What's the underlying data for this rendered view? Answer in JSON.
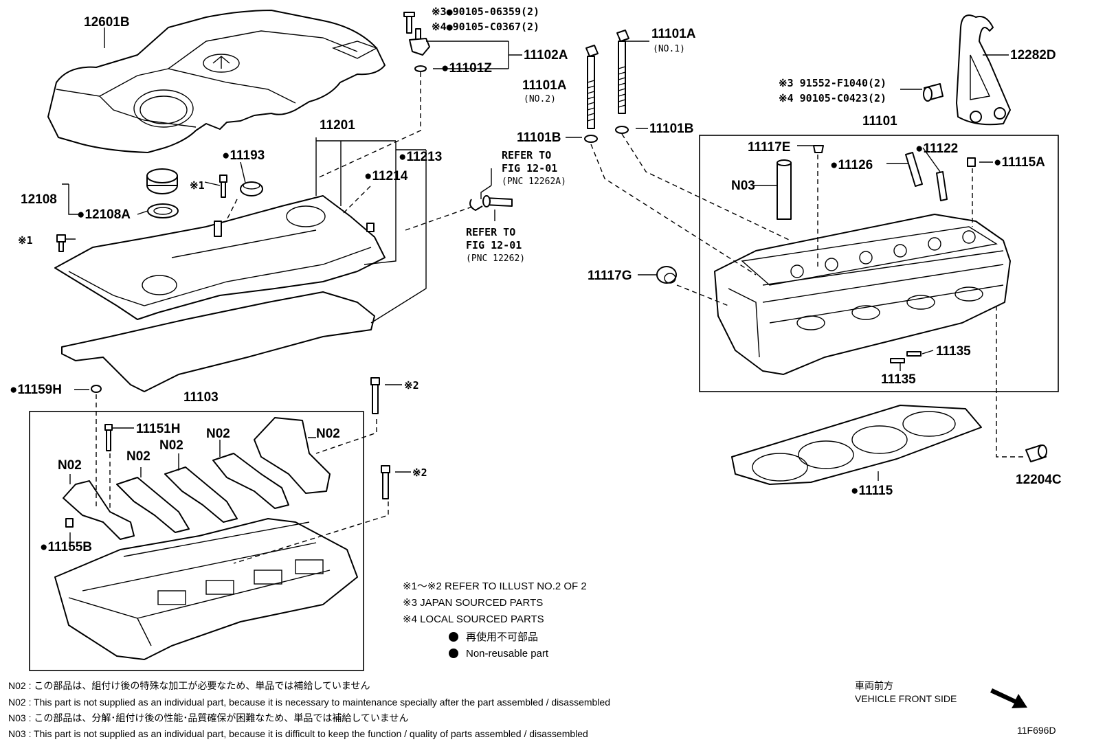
{
  "labels": {
    "p12601B": "12601B",
    "p90105_06359": "※3●90105-06359(2)",
    "p90105_C0367": "※4●90105-C0367(2)",
    "p11102A": "11102A",
    "p11101Z": "●11101Z",
    "p11101A_no1": "11101A",
    "p11101A_no1_sub": "(NO.1)",
    "p11101A_no2": "11101A",
    "p11101A_no2_sub": "(NO.2)",
    "p11101B_left": "11101B",
    "p11101B_right": "11101B",
    "p12282D": "12282D",
    "p91552_F1040": "※3 91552-F1040(2)",
    "p90105_C0423": "※4 90105-C0423(2)",
    "p11101": "11101",
    "p11117E": "11117E",
    "p11122": "●11122",
    "p11126": "●11126",
    "p11115A": "●11115A",
    "pN03": "N03",
    "p11117G": "11117G",
    "p11135_a": "11135",
    "p11135_b": "11135",
    "p12204C": "12204C",
    "p11115": "●11115",
    "p11201": "11201",
    "p11193": "●11193",
    "p11213": "●11213",
    "p11214": "●11214",
    "p12108": "12108",
    "p12108A": "●12108A",
    "star1_a": "※1",
    "star1_b": "※1",
    "refer1_a": "REFER TO",
    "refer1_b": "FIG 12-01",
    "refer1_c": "(PNC 12262A)",
    "refer2_a": "REFER TO",
    "refer2_b": "FIG 12-01",
    "refer2_c": "(PNC 12262)",
    "p11159H": "●11159H",
    "p11103": "11103",
    "star2_a": "※2",
    "star2_b": "※2",
    "p11151H": "11151H",
    "n02_a": "N02",
    "n02_b": "N02",
    "n02_c": "N02",
    "n02_d": "N02",
    "n02_e": "N02",
    "p11155B": "●11155B"
  },
  "legend": {
    "line1": "※1～※2  REFER TO ILLUST NO.2 OF 2",
    "line2": "※3 JAPAN SOURCED PARTS",
    "line3": "※4 LOCAL SOURCED PARTS",
    "line4": "再使用不可部品",
    "line5": "Non-reusable part"
  },
  "footnotes": {
    "n02_ja": "N02 : この部品は、組付け後の特殊な加工が必要なため、単品では補給していません",
    "n02_en": "N02 : This part is not supplied as an individual part, because it is necessary to maintenance specially after the part assembled / disassembled",
    "n03_ja": "N03 : この部品は、分解･組付け後の性能･品質確保が困難なため、単品では補給していません",
    "n03_en": "N03 : This part is not supplied as an individual part, because it is difficult to keep the function / quality of parts  assembled / disassembled"
  },
  "direction": {
    "ja": "車両前方",
    "en": "VEHICLE FRONT SIDE"
  },
  "figure_id": "11F696D"
}
